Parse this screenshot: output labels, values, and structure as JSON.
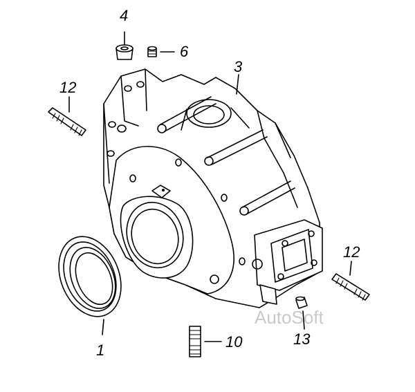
{
  "callouts": {
    "c1": "1",
    "c3": "3",
    "c4": "4",
    "c6": "6",
    "c10": "10",
    "c12a": "12",
    "c12b": "12",
    "c13": "13"
  },
  "watermark": "AutoSoft"
}
